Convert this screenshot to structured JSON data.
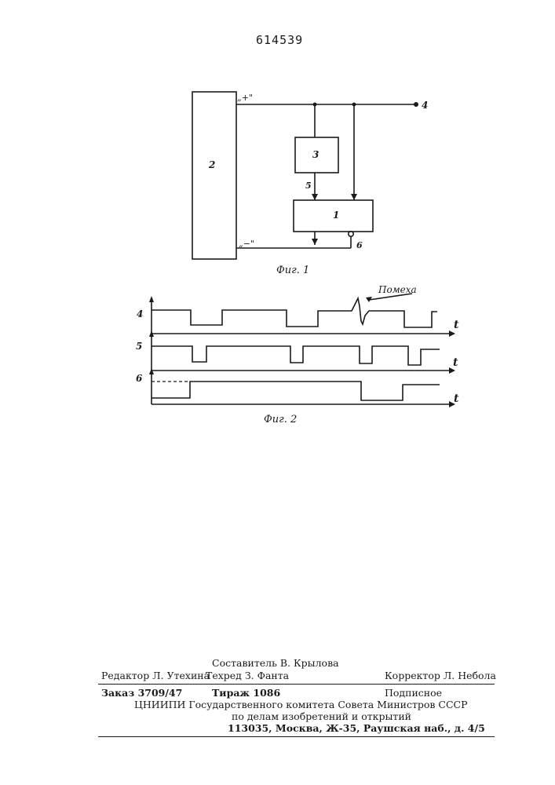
{
  "document": {
    "patent_number": "614539"
  },
  "figure1": {
    "caption": "Фиг. 1",
    "labels": {
      "block_2": "2",
      "block_3": "3",
      "block_1": "1",
      "plus_term": "„+\"",
      "minus_term": "„−\"",
      "node_4": "4",
      "node_5": "5",
      "node_6": "6"
    }
  },
  "figure2": {
    "caption": "Фиг. 2",
    "noise_label": "Помеха",
    "rows": [
      {
        "label": "4",
        "t_label": "t"
      },
      {
        "label": "5",
        "t_label": "t"
      },
      {
        "label": "6",
        "t_label": "t"
      }
    ]
  },
  "imprint": {
    "compiler": "Составитель В. Крылова",
    "editor": "Редактор Л. Утехина",
    "techred": "Техред З. Фанта",
    "corrector": "Корректор Л. Небола",
    "order": "Заказ 3709/47",
    "circulation": "Тираж 1086",
    "subscription": "Подписное",
    "institute": "ЦНИИПИ Государственного комитета Совета Министров СССР",
    "affairs": "по делам изобретений и открытий",
    "address": "113035, Москва, Ж-35, Раушская наб., д. 4/5"
  }
}
